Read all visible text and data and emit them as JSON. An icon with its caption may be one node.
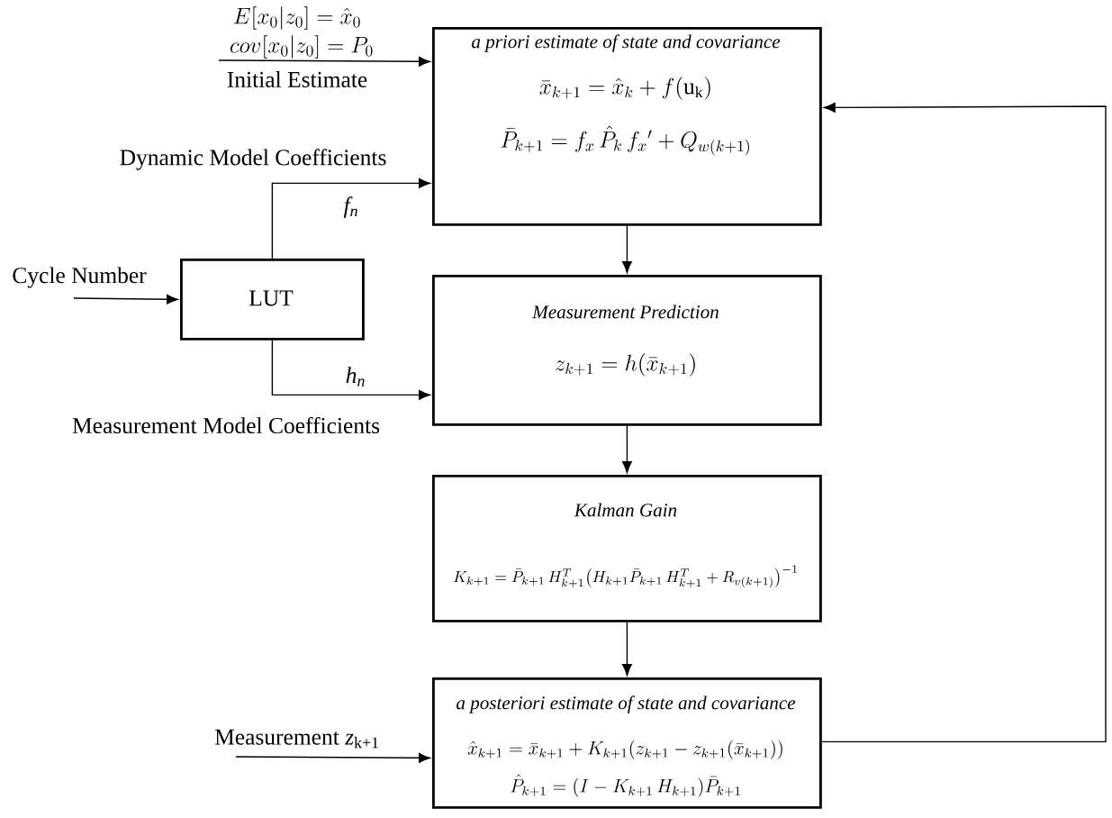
{
  "diagram": {
    "nodes": [
      {
        "text": [
          "a priori estimate of state and covariance",
          "\\bar{x}_{k+1} = \\hat{x}_k + f(\\mathrm{u_k})",
          "\\bar{P}_{k+1} = f_x\\,\\hat{P}_k\\,f_x{}' + Q_{w(k+1)}"
        ]
      },
      {
        "text": [
          "Measurement Prediction",
          "z_{k+1} = h(\\bar{x}_{k+1})"
        ]
      },
      {
        "text": [
          "Kalman Gain",
          "K_{k+1} = \\bar{P}_{k+1}\\,H^T_{k+1}\\big(H_{k+1}\\bar{P}_{k+1}\\,H^T_{k+1} + R_{v(k+1)}\\big)^{-1}"
        ]
      },
      {
        "text": [
          "a posteriori estimate of state and covariance",
          "\\hat{x}_{k+1} = \\bar{x}_{k+1} + K_{k+1}\\big(z_{k+1} - z_{k+1}(\\bar{x}_{k+1})\\big)",
          "\\hat{P}_{k+1} = (I - K_{k+1}\\,H_{k+1})\\bar{P}_{k+1}"
        ]
      },
      {
        "text": [
          "LUT"
        ]
      }
    ],
    "edges": [
      {
        "from": null,
        "to": 0,
        "arrow": "to",
        "label": "Initial Estimate"
      },
      {
        "from": 4,
        "to": 0,
        "arrow": "to",
        "label": "f$_{n}$"
      },
      {
        "from": null,
        "to": 4,
        "arrow": "to",
        "label": "Cycle Number"
      },
      {
        "from": 4,
        "to": 1,
        "arrow": "to",
        "label": "h$_{n}$"
      },
      {
        "from": 0,
        "to": 1,
        "arrow": "to"
      },
      {
        "from": 1,
        "to": 2,
        "arrow": "to"
      },
      {
        "from": 2,
        "to": 3,
        "arrow": "to"
      },
      {
        "from": null,
        "to": 3,
        "arrow": "to",
        "label": "Measurement *z*$_{k+1}$"
      },
      {
        "from": 3,
        "to": 0,
        "arrow": "to"
      }
    ],
    "labels": [
      "E[x_0|z_0] = \\hat{x}_0",
      "cov[x_0|z_0] = P_0",
      "Dynamic Model Coefficients",
      "Measurement Model Coefficients"
    ]
  }
}
